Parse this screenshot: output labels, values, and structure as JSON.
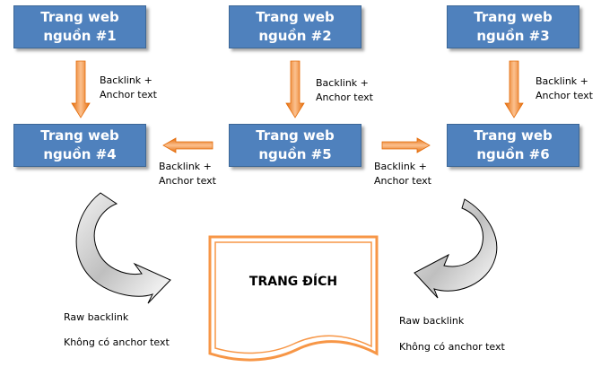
{
  "sources": [
    {
      "line1": "Trang web",
      "line2": "nguồn #1"
    },
    {
      "line1": "Trang web",
      "line2": "nguồn #2"
    },
    {
      "line1": "Trang web",
      "line2": "nguồn #3"
    },
    {
      "line1": "Trang web",
      "line2": "nguồn #4"
    },
    {
      "line1": "Trang web",
      "line2": "nguồn #5"
    },
    {
      "line1": "Trang web",
      "line2": "nguồn #6"
    }
  ],
  "link_label": {
    "line1": "Backlink +",
    "line2": "Anchor text"
  },
  "target": {
    "title": "TRANG ĐÍCH"
  },
  "raw_note": {
    "line1": "Raw backlink",
    "line2": "Không có anchor text"
  },
  "colors": {
    "box_fill": "#4f81bd",
    "arrow_orange": "#f79646",
    "target_border": "#f79646",
    "curved_arrow_fill": "#d9d9d9"
  }
}
